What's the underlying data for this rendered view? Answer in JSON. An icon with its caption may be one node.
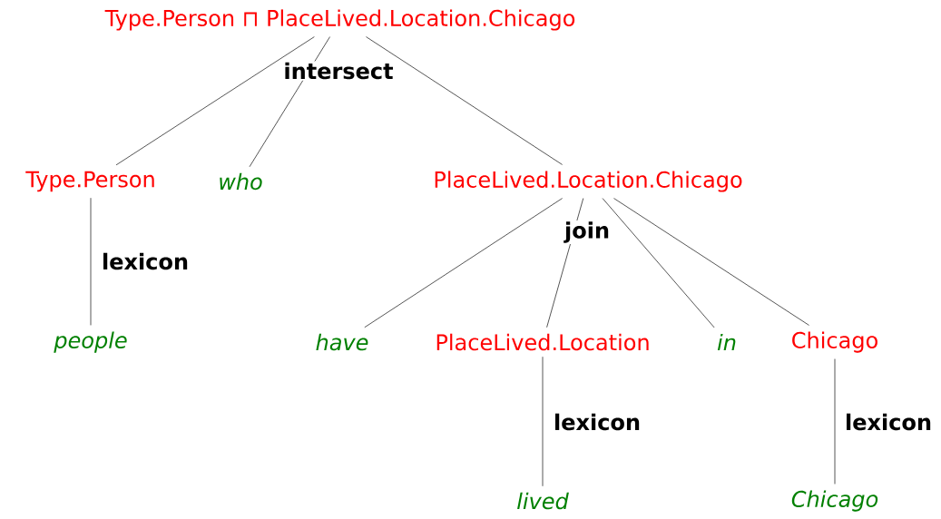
{
  "diagram": {
    "nodes": [
      {
        "text": [
          "Type.Person ⊓ PlaceLived.Location.Chicago"
        ]
      },
      {
        "text": [
          "Type.Person"
        ]
      },
      {
        "text": [
          "who"
        ]
      },
      {
        "text": [
          "PlaceLived.Location.Chicago"
        ]
      },
      {
        "text": [
          "people"
        ]
      },
      {
        "text": [
          "have"
        ]
      },
      {
        "text": [
          "PlaceLived.Location"
        ]
      },
      {
        "text": [
          "in"
        ]
      },
      {
        "text": [
          "Chicago"
        ]
      },
      {
        "text": [
          "lived"
        ]
      },
      {
        "text": [
          "Chicago"
        ]
      }
    ],
    "edges": [
      {
        "from": 0,
        "to": 1,
        "arrow": "none"
      },
      {
        "from": 0,
        "to": 2,
        "arrow": "none",
        "label": "intersect"
      },
      {
        "from": 0,
        "to": 3,
        "arrow": "none"
      },
      {
        "from": 1,
        "to": 4,
        "arrow": "none",
        "label": "lexicon"
      },
      {
        "from": 3,
        "to": 5,
        "arrow": "none"
      },
      {
        "from": 3,
        "to": 6,
        "arrow": "none",
        "label": "join"
      },
      {
        "from": 3,
        "to": 7,
        "arrow": "none"
      },
      {
        "from": 3,
        "to": 8,
        "arrow": "none"
      },
      {
        "from": 6,
        "to": 9,
        "arrow": "none",
        "label": "lexicon"
      },
      {
        "from": 8,
        "to": 10,
        "arrow": "none",
        "label": "lexicon"
      }
    ]
  }
}
